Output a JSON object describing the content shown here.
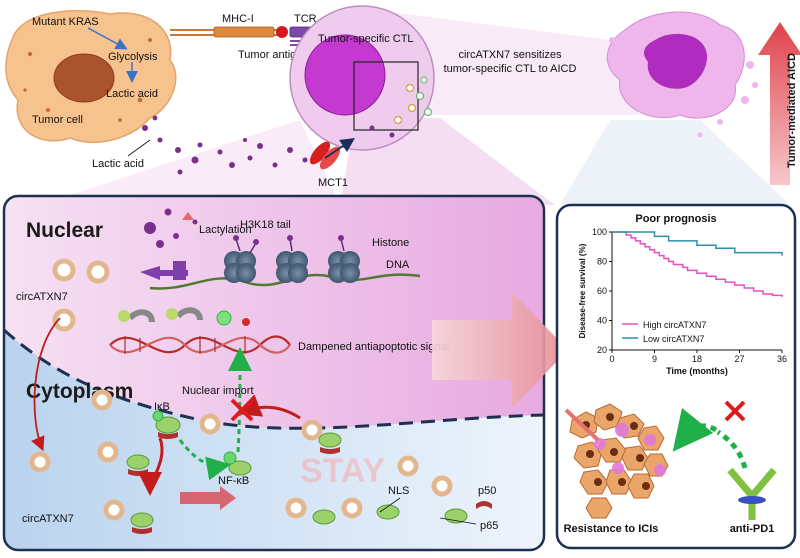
{
  "labels": {
    "mutant_kras": "Mutant KRAS",
    "glycolysis": "Glycolysis",
    "lactic_acid_cell": "Lactic acid",
    "tumor_cell": "Tumor cell",
    "lactic_acid_out": "Lactic acid",
    "mhc": "MHC-I",
    "tcr": "TCR",
    "tumor_antigen": "Tumor antigen",
    "ctl": "Tumor-specific CTL",
    "mct1": "MCT1",
    "sensitize_line1": "circATXN7 sensitizes",
    "sensitize_line2": "tumor-specific CTL to AICD",
    "tumor_mediated": "Tumor-mediated AICD",
    "nuclear": "Nuclear",
    "lactylation": "Lactylation",
    "h3k18": "H3K18 tail",
    "histone": "Histone",
    "dna": "DNA",
    "circ_top": "circATXN7",
    "dampened": "Dampened antiapoptotic signal",
    "cytoplasm": "Cytoplasm",
    "nuclear_import": "Nuclear import",
    "ikb": "IκB",
    "nfkb": "NF-κB",
    "stay": "STAY",
    "circ_bottom": "circATXN7",
    "p50": "p50",
    "nls": "NLS",
    "p65": "p65",
    "poor_prognosis": "Poor prognosis",
    "resistance": "Resistance to ICIs",
    "anti_pd1": "anti-PD1"
  },
  "colors": {
    "high": "#e64fc4",
    "low": "#2f8fa5",
    "tumor": "#f6c28e",
    "ctl": "#c43ad0",
    "panel_border": "#1e3050"
  },
  "chart_data": {
    "type": "line",
    "title": "Poor prognosis",
    "xlabel": "Time (months)",
    "ylabel": "Disease-free survival (%)",
    "xlim": [
      0,
      36
    ],
    "ylim": [
      20,
      100
    ],
    "xticks": [
      0,
      9,
      18,
      27,
      36
    ],
    "yticks": [
      20,
      40,
      60,
      80,
      100
    ],
    "legend": "bottom-left",
    "series": [
      {
        "name": "High circATXN7",
        "color": "#e64fc4",
        "x": [
          0,
          2,
          3,
          4,
          5,
          6,
          7,
          8,
          9,
          10,
          11,
          12,
          13,
          15,
          16,
          18,
          20,
          22,
          24,
          26,
          28,
          30,
          32,
          34,
          36
        ],
        "y": [
          100,
          100,
          98,
          96,
          94,
          92,
          90,
          88,
          86,
          84,
          82,
          80,
          78,
          76,
          74,
          72,
          70,
          68,
          66,
          64,
          62,
          60,
          58,
          57,
          56
        ]
      },
      {
        "name": "Low circATXN7",
        "color": "#2f8fa5",
        "x": [
          0,
          5,
          9,
          12,
          18,
          22,
          26,
          30,
          36
        ],
        "y": [
          100,
          100,
          97,
          94,
          91,
          89,
          86,
          86,
          84
        ]
      }
    ]
  }
}
